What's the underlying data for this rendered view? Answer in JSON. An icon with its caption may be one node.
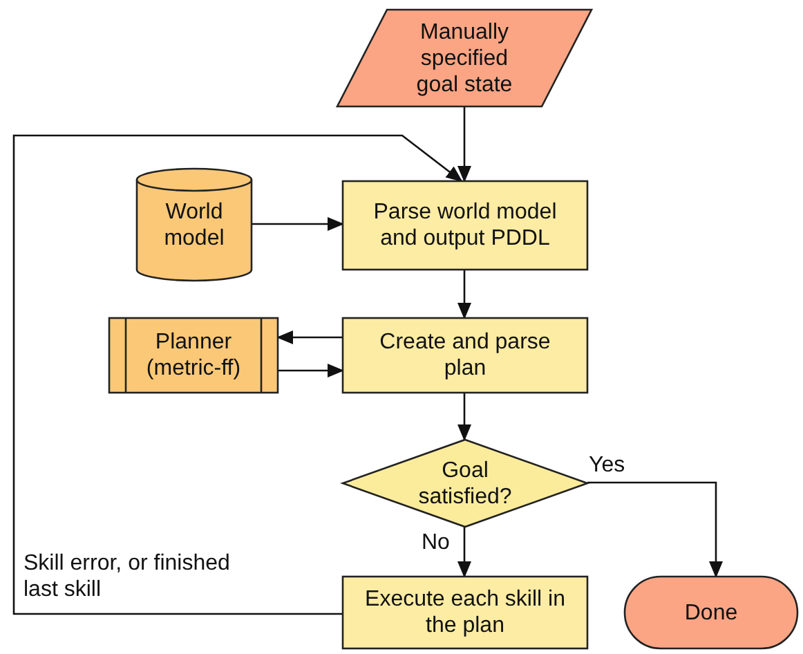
{
  "diagram": {
    "nodes": [
      {
        "text": [
          "Manually specified goal state"
        ]
      },
      {
        "text": [
          "World model"
        ]
      },
      {
        "text": [
          "Parse world model and output PDDL"
        ]
      },
      {
        "text": [
          "Planner (metric-ff)"
        ]
      },
      {
        "text": [
          "Create and parse plan"
        ]
      },
      {
        "text": [
          "Goal satisfied?"
        ]
      },
      {
        "text": [
          "Execute each skill in the plan"
        ]
      },
      {
        "text": [
          "Done"
        ]
      }
    ],
    "edges": [
      {
        "from": 0,
        "to": 2,
        "arrow": "to"
      },
      {
        "from": 1,
        "to": 2,
        "arrow": "to"
      },
      {
        "from": 2,
        "to": 4,
        "arrow": "to"
      },
      {
        "from": 4,
        "to": 3,
        "arrow": "to"
      },
      {
        "from": 3,
        "to": 4,
        "arrow": "to"
      },
      {
        "from": 4,
        "to": 5,
        "arrow": "to"
      },
      {
        "from": 5,
        "to": 7,
        "arrow": "to",
        "label": "Yes"
      },
      {
        "from": 5,
        "to": 6,
        "arrow": "to",
        "label": "No"
      },
      {
        "from": 6,
        "to": 2,
        "arrow": "to",
        "label": "Skill error, or finished last skill"
      }
    ]
  }
}
